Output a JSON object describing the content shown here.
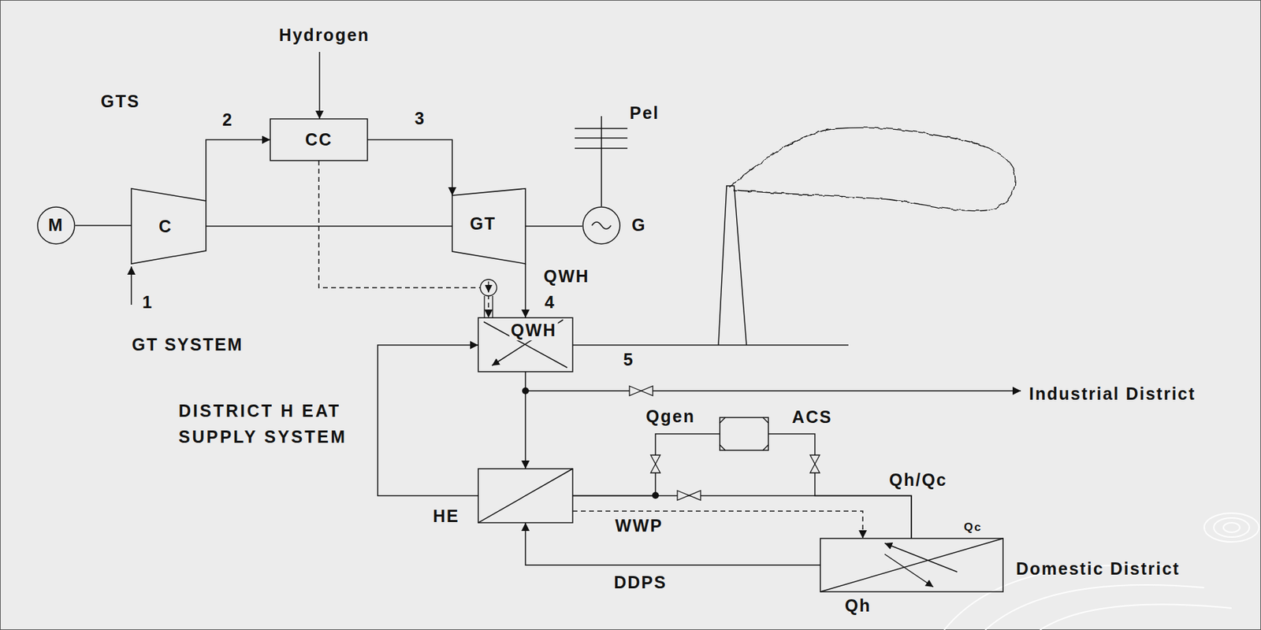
{
  "diagram": {
    "nodes": [
      {
        "text": [
          "M"
        ]
      },
      {
        "text": [
          "C"
        ]
      },
      {
        "text": [
          "CC"
        ]
      },
      {
        "text": [
          "GT"
        ]
      },
      {
        "text": [
          "G"
        ]
      },
      {
        "text": [
          "QWH"
        ]
      },
      {
        "text": [
          "ACS"
        ]
      },
      {
        "text": [
          "HE"
        ]
      },
      {
        "text": [
          "Qc",
          "Domestic District",
          "Qh"
        ]
      }
    ],
    "edges": [
      {
        "from": 0,
        "to": 1,
        "arrow": "none"
      },
      {
        "from": 1,
        "to": 2,
        "label": "2",
        "arrow": "to"
      },
      {
        "from": 2,
        "to": 3,
        "label": "3",
        "arrow": "to"
      },
      {
        "from": 1,
        "to": 3,
        "arrow": "none"
      },
      {
        "from": 3,
        "to": 4,
        "arrow": "none"
      },
      {
        "from": 3,
        "to": 5,
        "label": "QWH",
        "arrow": "to"
      },
      {
        "from": 2,
        "to": 5,
        "arrow": "to"
      },
      {
        "from": 5,
        "to": 7,
        "arrow": "to"
      },
      {
        "from": 7,
        "to": 5,
        "arrow": "to"
      },
      {
        "from": 7,
        "to": 6,
        "label": "Qgen",
        "arrow": "none"
      },
      {
        "from": 6,
        "to": 8,
        "arrow": "none"
      },
      {
        "from": 7,
        "to": 8,
        "label": "Qh/Qc",
        "arrow": "none"
      },
      {
        "from": 7,
        "to": 8,
        "label": "WWP",
        "arrow": "to"
      },
      {
        "from": 8,
        "to": 7,
        "label": "DDPS",
        "arrow": "to"
      }
    ],
    "labels": [
      "Hydrogen",
      "GTS",
      "Pel",
      "4",
      "1",
      "GT SYSTEM",
      "5",
      "Industrial District",
      "DISTRICT H EAT SUPPLY SYSTEM"
    ]
  }
}
